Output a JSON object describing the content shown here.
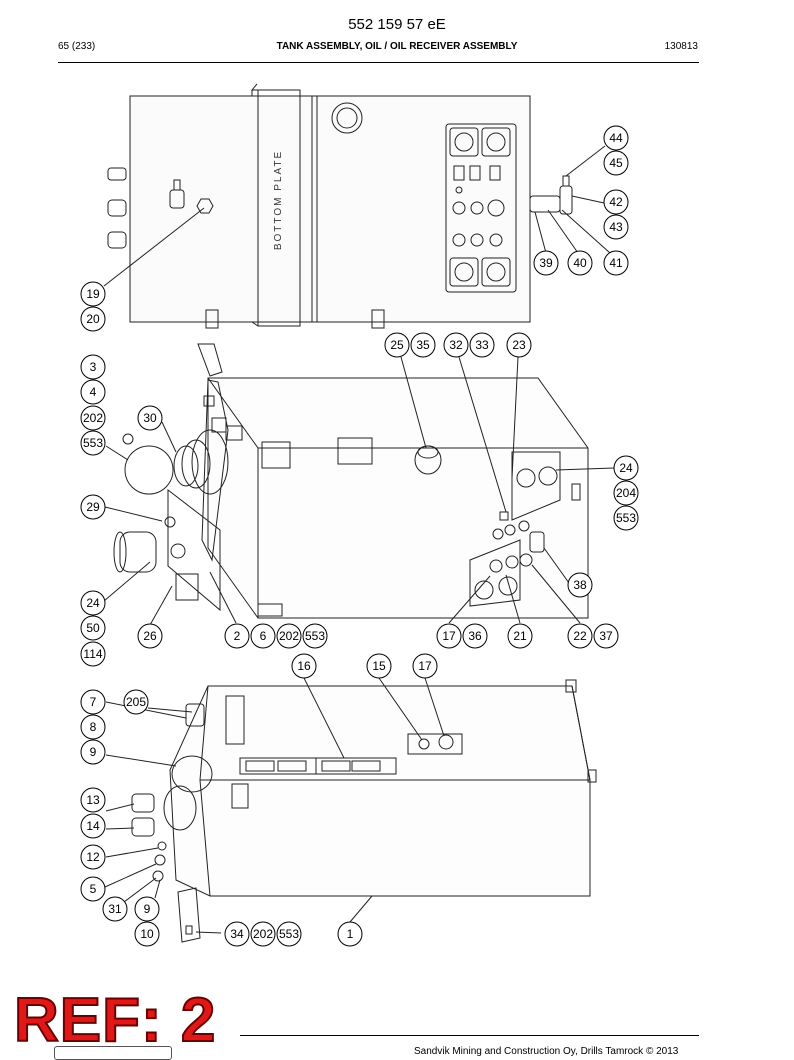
{
  "header": {
    "doc_number": "552 159 57 eE",
    "page": "65 (233)",
    "title": "TANK ASSEMBLY, OIL / OIL RECEIVER ASSEMBLY",
    "date_code": "130813"
  },
  "drawing": {
    "plate_label": "BOTTOM PLATE",
    "callouts_top": [
      "44",
      "45",
      "42",
      "43",
      "39",
      "40",
      "41",
      "19",
      "20"
    ],
    "callouts_middle": [
      "25",
      "35",
      "32",
      "33",
      "23",
      "3",
      "4",
      "202",
      "553",
      "30",
      "24",
      "204",
      "553",
      "29",
      "38",
      "24",
      "50",
      "114",
      "26",
      "2",
      "6",
      "202",
      "553",
      "17",
      "36",
      "21",
      "22",
      "37"
    ],
    "callouts_bottom": [
      "16",
      "15",
      "17",
      "7",
      "205",
      "8",
      "9",
      "13",
      "14",
      "12",
      "5",
      "31",
      "9",
      "10",
      "34",
      "202",
      "553",
      "1"
    ]
  },
  "stamp": {
    "text": "REF: 2",
    "color": "#e01818"
  },
  "footer": {
    "copyright": "Sandvik Mining and Construction Oy, Drills Tamrock © 2013"
  }
}
